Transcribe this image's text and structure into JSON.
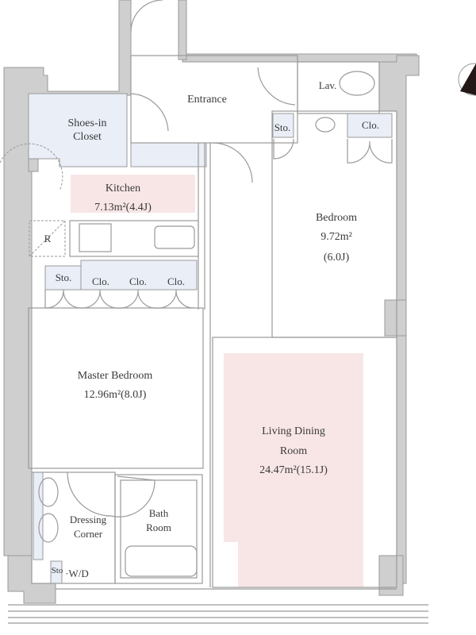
{
  "rooms": {
    "entrance": "Entrance",
    "lav": "Lav.",
    "sto_bedroom": "Sto.",
    "clo_bedroom": "Clo.",
    "shoes_line1": "Shoes-in",
    "shoes_line2": "Closet",
    "kitchen_name": "Kitchen",
    "kitchen_area": "7.13m²(4.4J)",
    "refrigerator": "R",
    "sto_master": "Sto.",
    "clo_1": "Clo.",
    "clo_2": "Clo.",
    "clo_3": "Clo.",
    "bedroom_name": "Bedroom",
    "bedroom_area": "9.72m²",
    "bedroom_jo": "(6.0J)",
    "master_name": "Master Bedroom",
    "master_area": "12.96m²(8.0J)",
    "living_line1": "Living Dining",
    "living_line2": "Room",
    "living_area": "24.47m²(15.1J)",
    "dressing_line1": "Dressing",
    "dressing_line2": "Corner",
    "bath_line1": "Bath",
    "bath_line2": "Room",
    "sto_wd_sto": "Sto",
    "sto_wd_wd": "·W/D"
  },
  "colors": {
    "wall": "#cfcfcf",
    "storage": "#e9eef7",
    "highlight": "#f8e6e6"
  },
  "icons": {
    "north": "north-arrow-icon"
  }
}
